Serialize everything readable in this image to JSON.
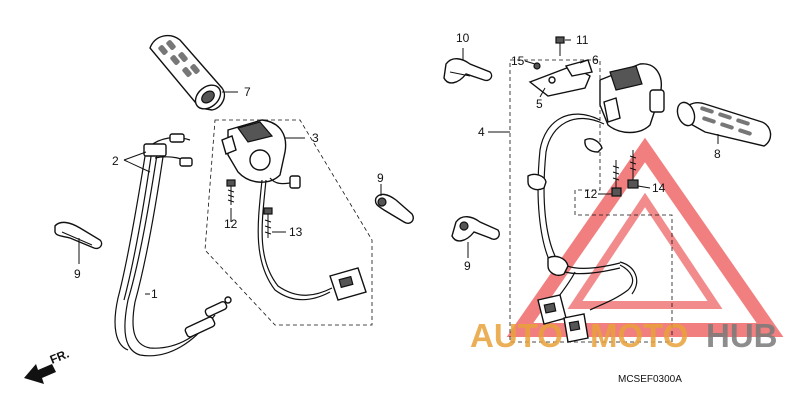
{
  "diagram": {
    "code": "MCSEF0300A",
    "direction_label": "FR.",
    "callouts": {
      "c1": "1",
      "c2": "2",
      "c3": "3",
      "c4": "4",
      "c5": "5",
      "c6": "6",
      "c7": "7",
      "c8": "8",
      "c9a": "9",
      "c9b": "9",
      "c9c": "9",
      "c10": "10",
      "c11": "11",
      "c12a": "12",
      "c12b": "12",
      "c13": "13",
      "c14": "14",
      "c15": "15"
    }
  },
  "watermark": {
    "part1": "AUTO",
    "part2": "MOTO",
    "part3": "HUB",
    "color_primary": "#e8a23a",
    "color_secondary": "#7a7a7a",
    "triangle_color": "#e83a3a"
  }
}
